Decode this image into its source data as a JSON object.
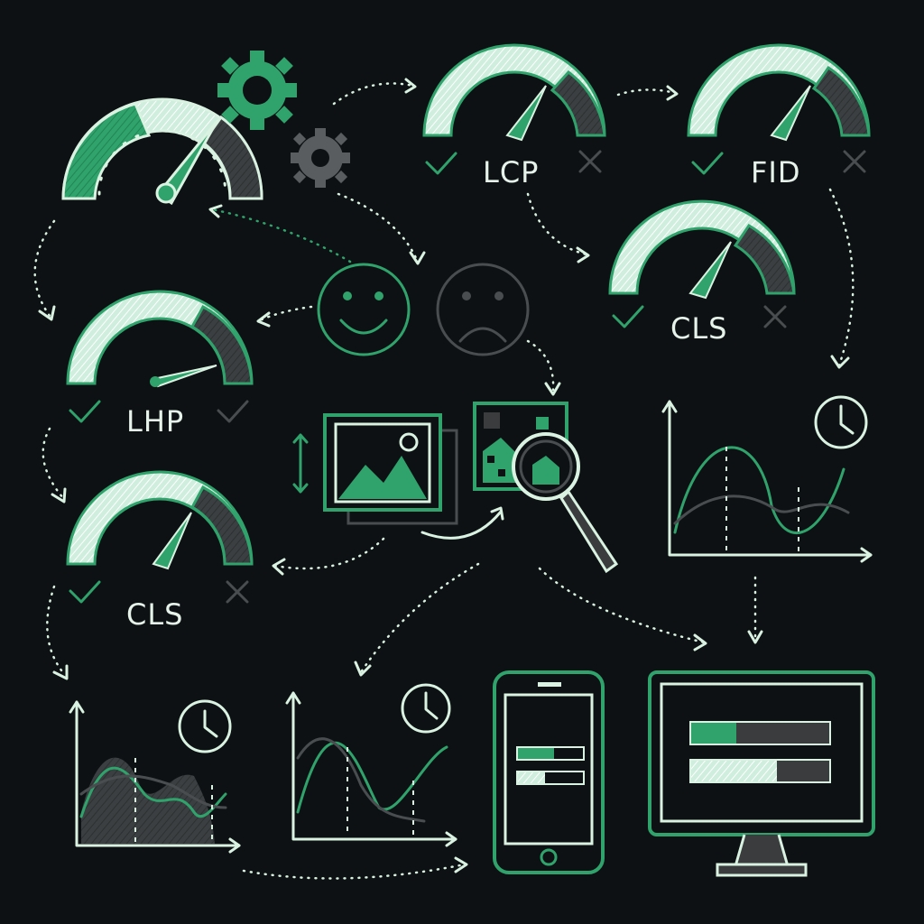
{
  "labels": {
    "lcp": "LCP",
    "fid": "FID",
    "cls_right": "CLS",
    "lhp": "LHP",
    "cls_left": "CLS"
  },
  "colors": {
    "background": "#0e1113",
    "green": "#2fa36b",
    "mint": "#d9f2e1",
    "grey": "#4a4d4f",
    "dark_grey": "#3a3c3e"
  },
  "icons": [
    "gauge-icon",
    "gear-icon",
    "check-icon",
    "cross-icon",
    "smiley-icon",
    "frown-icon",
    "image-icon",
    "magnifier-icon",
    "clock-icon",
    "line-chart-icon",
    "phone-icon",
    "monitor-icon",
    "resize-arrow-icon"
  ]
}
